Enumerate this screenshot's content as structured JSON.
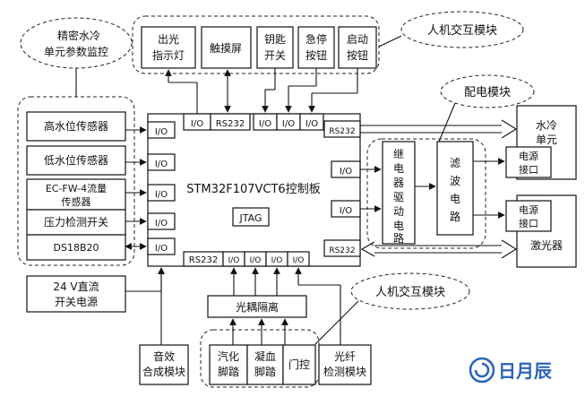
{
  "callouts": {
    "monitor": [
      "精密水冷",
      "单元参数监控"
    ],
    "hmi_top": "人机交互模块",
    "power": "配电模块",
    "hmi_bottom": "人机交互模块"
  },
  "top_controls": [
    [
      "出光",
      "指示灯"
    ],
    [
      "触摸屏"
    ],
    [
      "钥匙",
      "开关"
    ],
    [
      "急停",
      "按钮"
    ],
    [
      "启动",
      "按钮"
    ]
  ],
  "sensors": [
    [
      "高水位传感器"
    ],
    [
      "低水位传感器"
    ],
    [
      "EC-FW-4流量",
      "传感器"
    ],
    [
      "压力检测开关"
    ],
    [
      "DS18B20"
    ]
  ],
  "power_supply": [
    "24 V直流",
    "开关电源"
  ],
  "board": {
    "title": "STM32F107VCT6控制板",
    "jtag": "JTAG"
  },
  "ports": {
    "io": "I/O",
    "rs232": "RS232"
  },
  "relay": [
    "继",
    "电",
    "器",
    "驱",
    "动",
    "电",
    "路"
  ],
  "filter": [
    "滤",
    "波",
    "电",
    "路"
  ],
  "water_unit": [
    "水冷",
    "单元"
  ],
  "power_iface": [
    "电源",
    "接口"
  ],
  "laser": "激光器",
  "optocoupler": "光耦隔离",
  "bottom_modules": {
    "audio": [
      "音效",
      "合成模块"
    ],
    "pedal1": [
      "汽化",
      "脚踏"
    ],
    "pedal2": [
      "凝血",
      "脚踏"
    ],
    "door": [
      "门控"
    ],
    "fiber": [
      "光纤",
      "检测模块"
    ]
  },
  "watermark": "日月辰"
}
